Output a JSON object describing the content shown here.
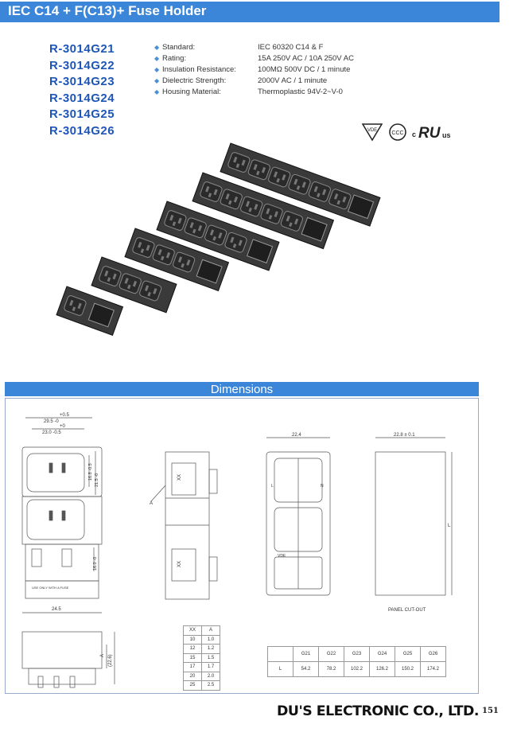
{
  "header": {
    "title": "IEC C14 + F(C13)+ Fuse Holder"
  },
  "models": [
    "R-3014G21",
    "R-3014G22",
    "R-3014G23",
    "R-3014G24",
    "R-3014G25",
    "R-3014G26"
  ],
  "specs": [
    {
      "label": "Standard:",
      "value": "IEC 60320 C14 & F"
    },
    {
      "label": "Rating:",
      "value": "15A 250V AC / 10A 250V AC"
    },
    {
      "label": "Insulation Resistance:",
      "value": "100MΩ 500V DC / 1 minute"
    },
    {
      "label": "Dielectric Strength:",
      "value": "2000V AC / 1 minute"
    },
    {
      "label": "Housing Material:",
      "value": "Thermoplastic 94V-2~V-0"
    }
  ],
  "certifications": {
    "vde": "VDE",
    "ccc": "CCC",
    "c": "c",
    "ul": "RU",
    "us": "us"
  },
  "dimensions": {
    "title": "Dimensions",
    "front": {
      "dim_top1": "29.5 -0",
      "dim_top1_tol": "+0.5",
      "dim_top2": "23.0 -0.5",
      "dim_top2_tol": "+0",
      "dim_v1": "16.8 -0.5",
      "dim_v1_tol": "+0",
      "dim_v2": "21.5 -0",
      "dim_v2_tol": "+0.5",
      "dim_v3": "16.0 -0",
      "dim_v3_tol": "+0.5",
      "dim_width": "24.5",
      "fuse_note": "USE ONLY WITH A FUSE"
    },
    "side": {
      "label_a": "A",
      "xx1": "XX",
      "xx2": "XX"
    },
    "top": {
      "dim_width": "22.4",
      "label_n": "N",
      "label_l": "L",
      "vde": "VDE"
    },
    "panel": {
      "dim_width": "22.8 ± 0.1",
      "label_l": "L",
      "caption": "PANEL CUT-OUT"
    },
    "bottom_view": {
      "label_a": "A",
      "dim_height": "(22.6)"
    },
    "xa_table": {
      "headers": [
        "XX",
        "A"
      ],
      "rows": [
        [
          "10",
          "1.0"
        ],
        [
          "12",
          "1.2"
        ],
        [
          "15",
          "1.5"
        ],
        [
          "17",
          "1.7"
        ],
        [
          "20",
          "2.0"
        ],
        [
          "25",
          "2.5"
        ]
      ]
    },
    "length_table": {
      "headers": [
        "",
        "G21",
        "G22",
        "G23",
        "G24",
        "G25",
        "G26"
      ],
      "row_label": "L",
      "values": [
        "54.2",
        "78.2",
        "102.2",
        "126.2",
        "150.2",
        "174.2"
      ]
    }
  },
  "footer": {
    "company": "DU'S ELECTRONIC CO., LTD.",
    "page": "151"
  },
  "colors": {
    "accent": "#3b86d8",
    "model_text": "#1e56b8",
    "product": "#3a3a3a"
  }
}
